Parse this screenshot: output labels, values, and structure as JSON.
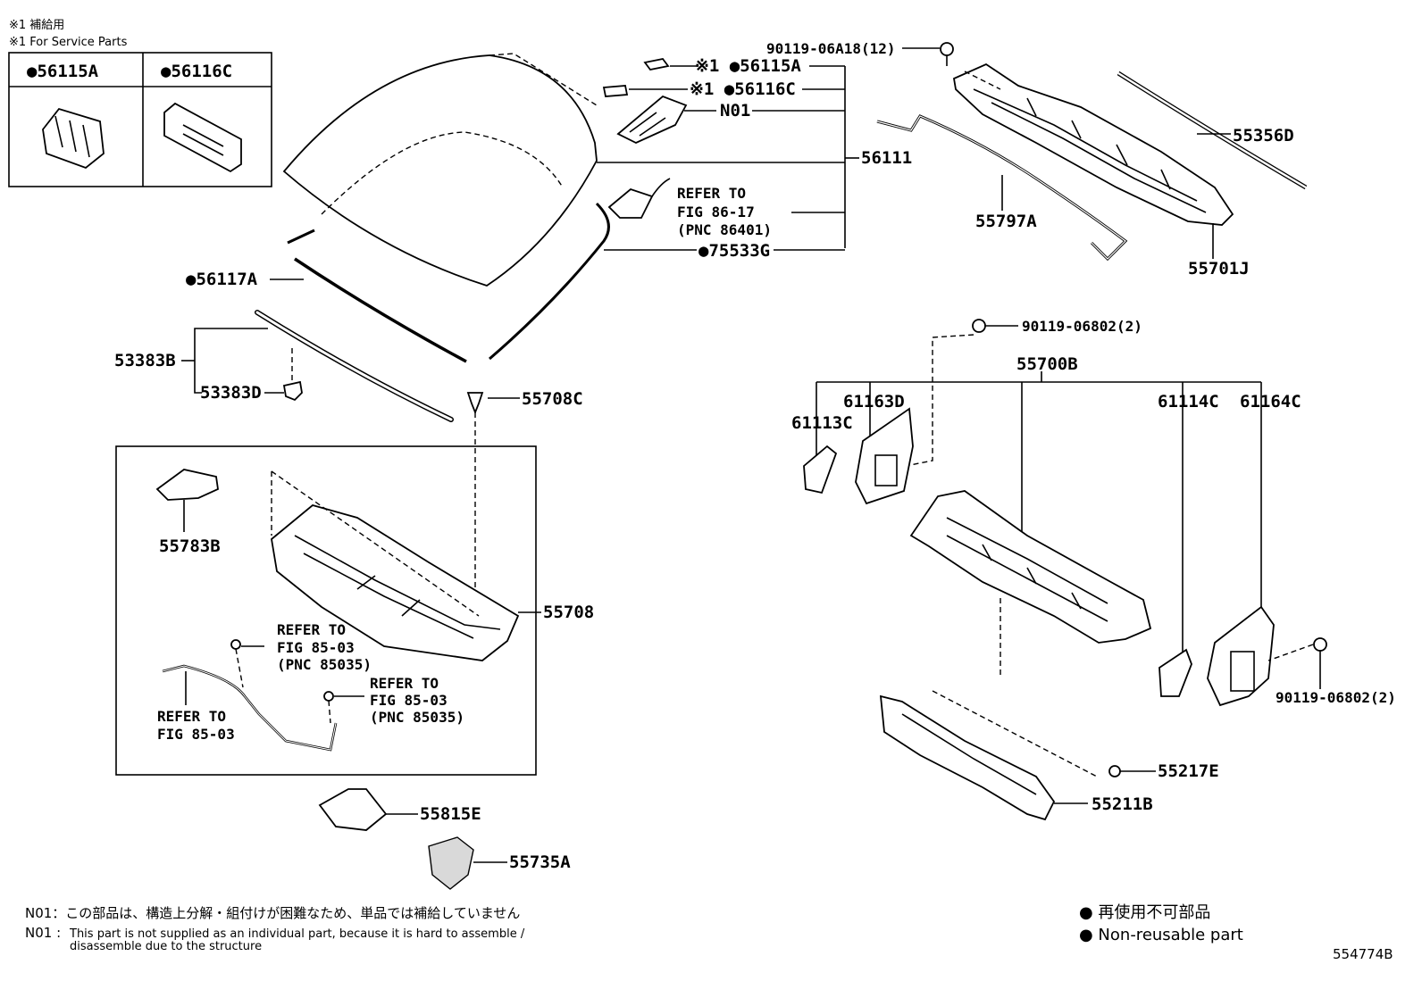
{
  "service_note": {
    "jp": "※1 補給用",
    "en": "※1 For Service Parts"
  },
  "service_box": {
    "left_part": "●56115A",
    "right_part": "●56116C"
  },
  "labels": {
    "p90119_06A18": "90119-06A18(12)",
    "p56115A": "※1 ●56115A",
    "p56116C": "※1 ●56116C",
    "pN01": "N01",
    "p56111": "56111",
    "refer_86_1": "REFER TO",
    "refer_86_2": "FIG 86-17",
    "refer_86_3": "(PNC 86401)",
    "p75533G": "●75533G",
    "p55356D": "55356D",
    "p55797A": "55797A",
    "p55701J": "55701J",
    "p56117A": "●56117A",
    "p53383B": "53383B",
    "p53383D": "53383D",
    "p55708C": "55708C",
    "p55783B": "55783B",
    "p55708": "55708",
    "refer_85a_1": "REFER TO",
    "refer_85a_2": "FIG 85-03",
    "refer_85a_3": "(PNC 85035)",
    "refer_85b_1": "REFER TO",
    "refer_85b_2": "FIG 85-03",
    "refer_85b_3": "(PNC 85035)",
    "refer_85c_1": "REFER TO",
    "refer_85c_2": "FIG 85-03",
    "p55815E": "55815E",
    "p55735A": "55735A",
    "p90119_06802_top": "90119-06802(2)",
    "p55700B": "55700B",
    "p61163D": "61163D",
    "p61113C": "61113C",
    "p61114C": "61114C",
    "p61164C": "61164C",
    "p90119_06802_right": "90119-06802(2)",
    "p55217E": "55217E",
    "p55211B": "55211B"
  },
  "footnote": {
    "jp": "N01：この部品は、構造上分解・組付けが困難なため、単品では補給していません",
    "en_prefix": "N01 :",
    "en_line1": "This part is not supplied as an individual part, because it is hard to assemble /",
    "en_line2": "disassemble due to the structure"
  },
  "legend": {
    "jp": "● 再使用不可部品",
    "en": "● Non-reusable part"
  },
  "figure_id": "554774B"
}
